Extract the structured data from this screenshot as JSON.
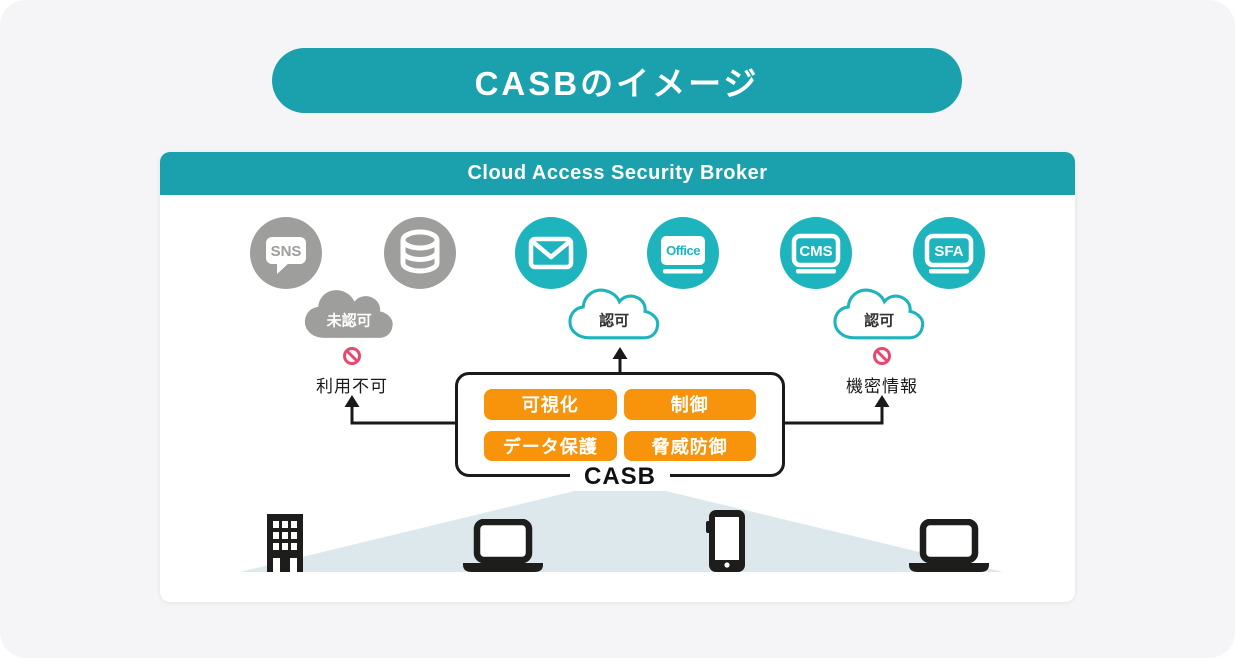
{
  "title": "CASBのイメージ",
  "panel": {
    "header": "Cloud Access Security Broker"
  },
  "services": [
    {
      "icon": "sns-speech-bubble",
      "label": "SNS"
    },
    {
      "icon": "database"
    },
    {
      "icon": "envelope"
    },
    {
      "icon": "screen",
      "label": "Office"
    },
    {
      "icon": "screen",
      "label": "CMS"
    },
    {
      "icon": "screen",
      "label": "SFA"
    }
  ],
  "clouds": [
    {
      "label": "未認可",
      "style": "unapproved-gray"
    },
    {
      "label": "認可",
      "style": "approved-teal-outline"
    },
    {
      "label": "認可",
      "style": "approved-teal-outline"
    }
  ],
  "annotations": {
    "blocked_left": "利用不可",
    "blocked_right": "機密情報"
  },
  "casb": {
    "box_label": "CASB",
    "functions": [
      "可視化",
      "制御",
      "データ保護",
      "脅威防御"
    ]
  },
  "devices": [
    "office-building",
    "laptop",
    "tablet",
    "laptop"
  ],
  "colors": {
    "teal": "#1ba1ad",
    "teal_icon": "#1db4be",
    "orange": "#f7940b",
    "gray_icon": "#9e9e9c",
    "prohibit_pink": "#e8486e",
    "fan": "#dde8ed",
    "line": "#1a1a1a",
    "background": "#f5f5f7"
  }
}
